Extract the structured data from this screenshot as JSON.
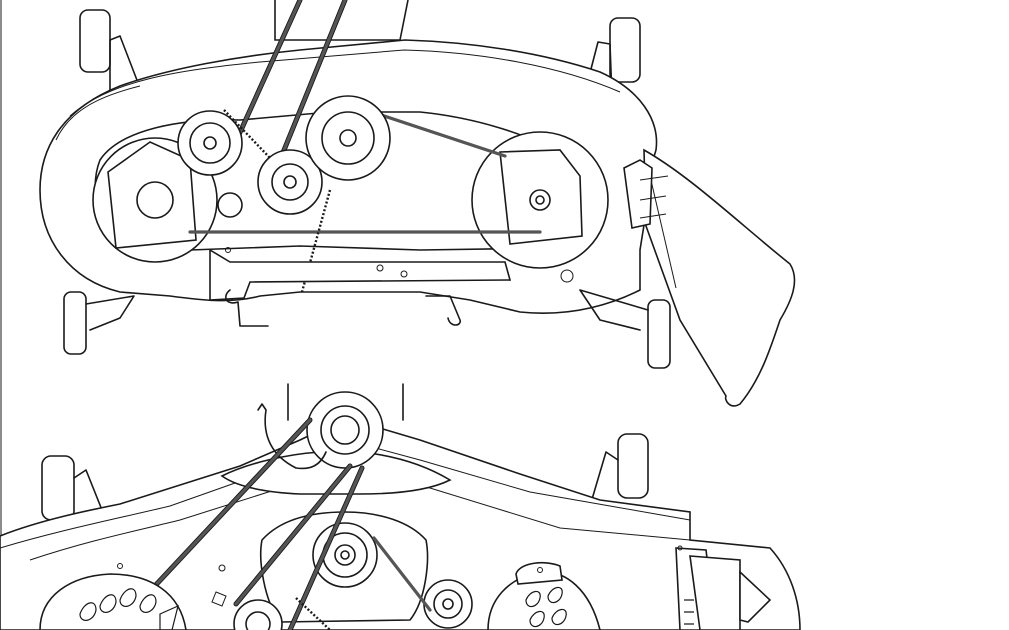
{
  "figure": {
    "colors": {
      "line": "#1a1a1a",
      "belt": "#555555",
      "background": "#ffffff"
    },
    "panels": [
      {
        "id": "upper",
        "parts": [
          "mower-deck",
          "idler-pulley",
          "spindle-pulley-left",
          "spindle-pulley-center",
          "spindle-pulley-right",
          "tension-spring",
          "belt",
          "discharge-chute",
          "gauge-wheel-left-rear",
          "gauge-wheel-right-rear",
          "gauge-wheel-left-front",
          "gauge-wheel-right-front",
          "hanger-bracket"
        ]
      },
      {
        "id": "lower",
        "parts": [
          "mower-deck",
          "engine-pulley",
          "belt",
          "spindle-pulley-center",
          "spindle-pulley-right",
          "idler-pulley",
          "gauge-wheel-left",
          "gauge-wheel-right",
          "discharge-chute"
        ]
      }
    ]
  }
}
